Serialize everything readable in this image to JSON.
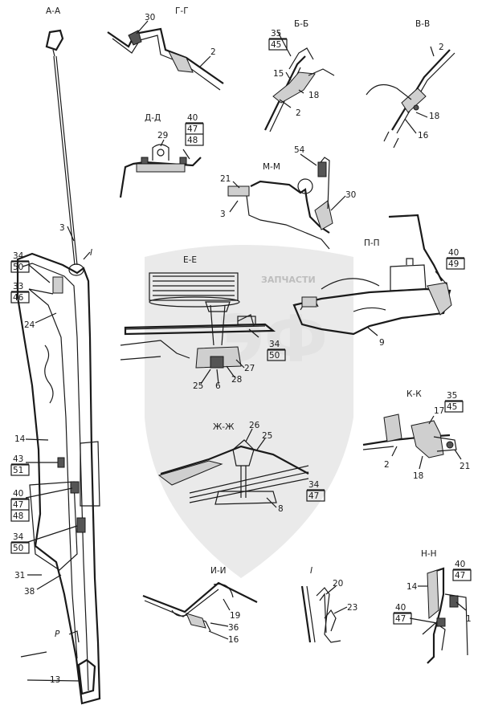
{
  "sections": [
    "А-А",
    "Г-Г",
    "Б-Б",
    "В-В",
    "Д-Д",
    "М-М",
    "П-П",
    "Е-Е",
    "К-К",
    "Ж-Ж",
    "И-И",
    "I",
    "Н-Н"
  ],
  "watermark": {
    "text1": "ЗАПЧАСТИ",
    "text2": "ЭФ"
  },
  "callouts": {
    "aa": [
      "3",
      "24",
      "14",
      "31",
      "38",
      "13"
    ],
    "aa_boxes": [
      [
        "34",
        "50"
      ],
      [
        "33",
        "46"
      ],
      [
        "43",
        "51"
      ],
      [
        "40",
        "47",
        "48"
      ],
      [
        "34",
        "50"
      ]
    ],
    "aa_detail_I": "I",
    "aa_view_p": "P",
    "gg": [
      "30",
      "2"
    ],
    "bb": [
      "15",
      "2",
      "18"
    ],
    "bb_box": [
      "35",
      "45"
    ],
    "vv": [
      "2",
      "18",
      "16"
    ],
    "dd": [
      "29"
    ],
    "dd_box": [
      "40",
      "47",
      "48"
    ],
    "mm": [
      "54",
      "21",
      "3",
      "30"
    ],
    "pp": [
      "9"
    ],
    "pp_box": [
      "40",
      "49"
    ],
    "ee": [
      "25",
      "6",
      "28",
      "27"
    ],
    "ee_box": [
      "34",
      "50"
    ],
    "kk": [
      "17",
      "2",
      "18",
      "21"
    ],
    "kk_box": [
      "35",
      "45"
    ],
    "zhzh": [
      "26",
      "25",
      "8"
    ],
    "zhzh_box": [
      "34",
      "47"
    ],
    "ii": [
      "19",
      "36",
      "16"
    ],
    "det_i": [
      "20",
      "23"
    ],
    "nn": [
      "14",
      "1"
    ],
    "nn_boxes": [
      [
        "40",
        "47"
      ],
      [
        "40",
        "47"
      ]
    ]
  }
}
